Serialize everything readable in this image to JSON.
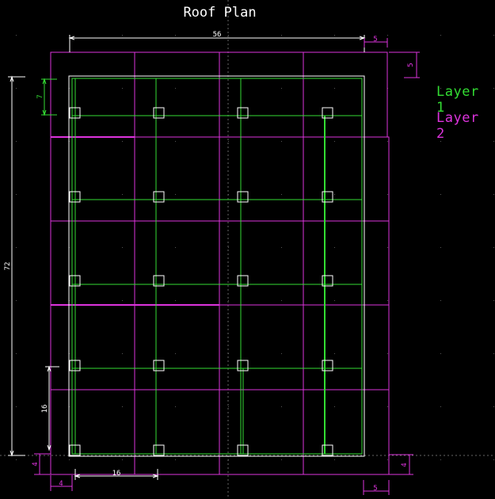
{
  "title": "Roof Plan",
  "legend": [
    {
      "label": "Layer 1",
      "color": "#33dd33"
    },
    {
      "label": "Layer 2",
      "color": "#dd33dd"
    }
  ],
  "dimensions": {
    "overall_width": "56",
    "overall_height": "72",
    "top_offset": "5",
    "right_offset": "5",
    "inner_top": "7",
    "bay_height": "16",
    "bay_width": "16",
    "left_offset_bottom": "4",
    "bottom_offset_left": "4",
    "right_offset_bottom": "4",
    "bottom_offset_right": "5"
  },
  "colors": {
    "background": "#000000",
    "layer1": "#33dd33",
    "layer2": "#dd33dd",
    "dimension": "#ffffff",
    "grid_dot": "#555555"
  }
}
